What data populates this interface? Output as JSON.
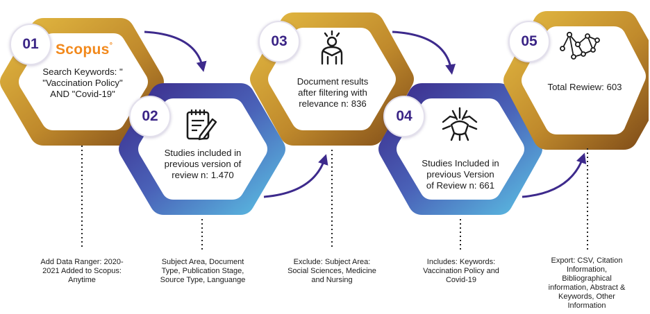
{
  "colors": {
    "gold_light": "#e0b33a",
    "gold_dark": "#8f5a1c",
    "purple_dark": "#3d2a8c",
    "cyan": "#57c1e4",
    "number_text": "#3b2586",
    "connector": "#3d2a8c",
    "scopus_orange": "#f2891c"
  },
  "logo": {
    "text": "Scopus",
    "mark": "°"
  },
  "steps": [
    {
      "number": "01",
      "lines": [
        "Search Keywords: \"",
        "\"Vaccination Policy\"",
        "AND \"Covid-19\""
      ],
      "icon": "scopus-logo",
      "footnote": [
        "Add Data Ranger: 2020-",
        "2021 Added to Scopus:",
        "Anytime"
      ]
    },
    {
      "number": "02",
      "lines": [
        "Studies included in",
        "previous version of",
        "review n: 1.470"
      ],
      "icon": "notepad-pencil-icon",
      "footnote": [
        "Subject Area, Document",
        "Type,  Publication Stage,",
        "Source Type, Languange"
      ]
    },
    {
      "number": "03",
      "lines": [
        "Document results",
        "after filtering with",
        "relevance n: 836"
      ],
      "icon": "thinking-person-icon",
      "footnote": [
        "Exclude: Subject Area:",
        "Social Sciences, Medicine",
        "and Nursing"
      ]
    },
    {
      "number": "04",
      "lines": [
        "Studies Included in",
        "previous Version",
        "of Review  n: 661"
      ],
      "icon": "hands-together-icon",
      "footnote": [
        "Includes: Keywords:",
        "Vaccination Policy and",
        "Covid-19"
      ]
    },
    {
      "number": "05",
      "lines": [
        "Total Rewiew: 603"
      ],
      "icon": "network-graph-icon",
      "footnote": [
        "Export: CSV, Citation",
        "Information,",
        "Bibliographical",
        "information, Abstract &",
        "Keywords, Other",
        "Information"
      ]
    }
  ]
}
